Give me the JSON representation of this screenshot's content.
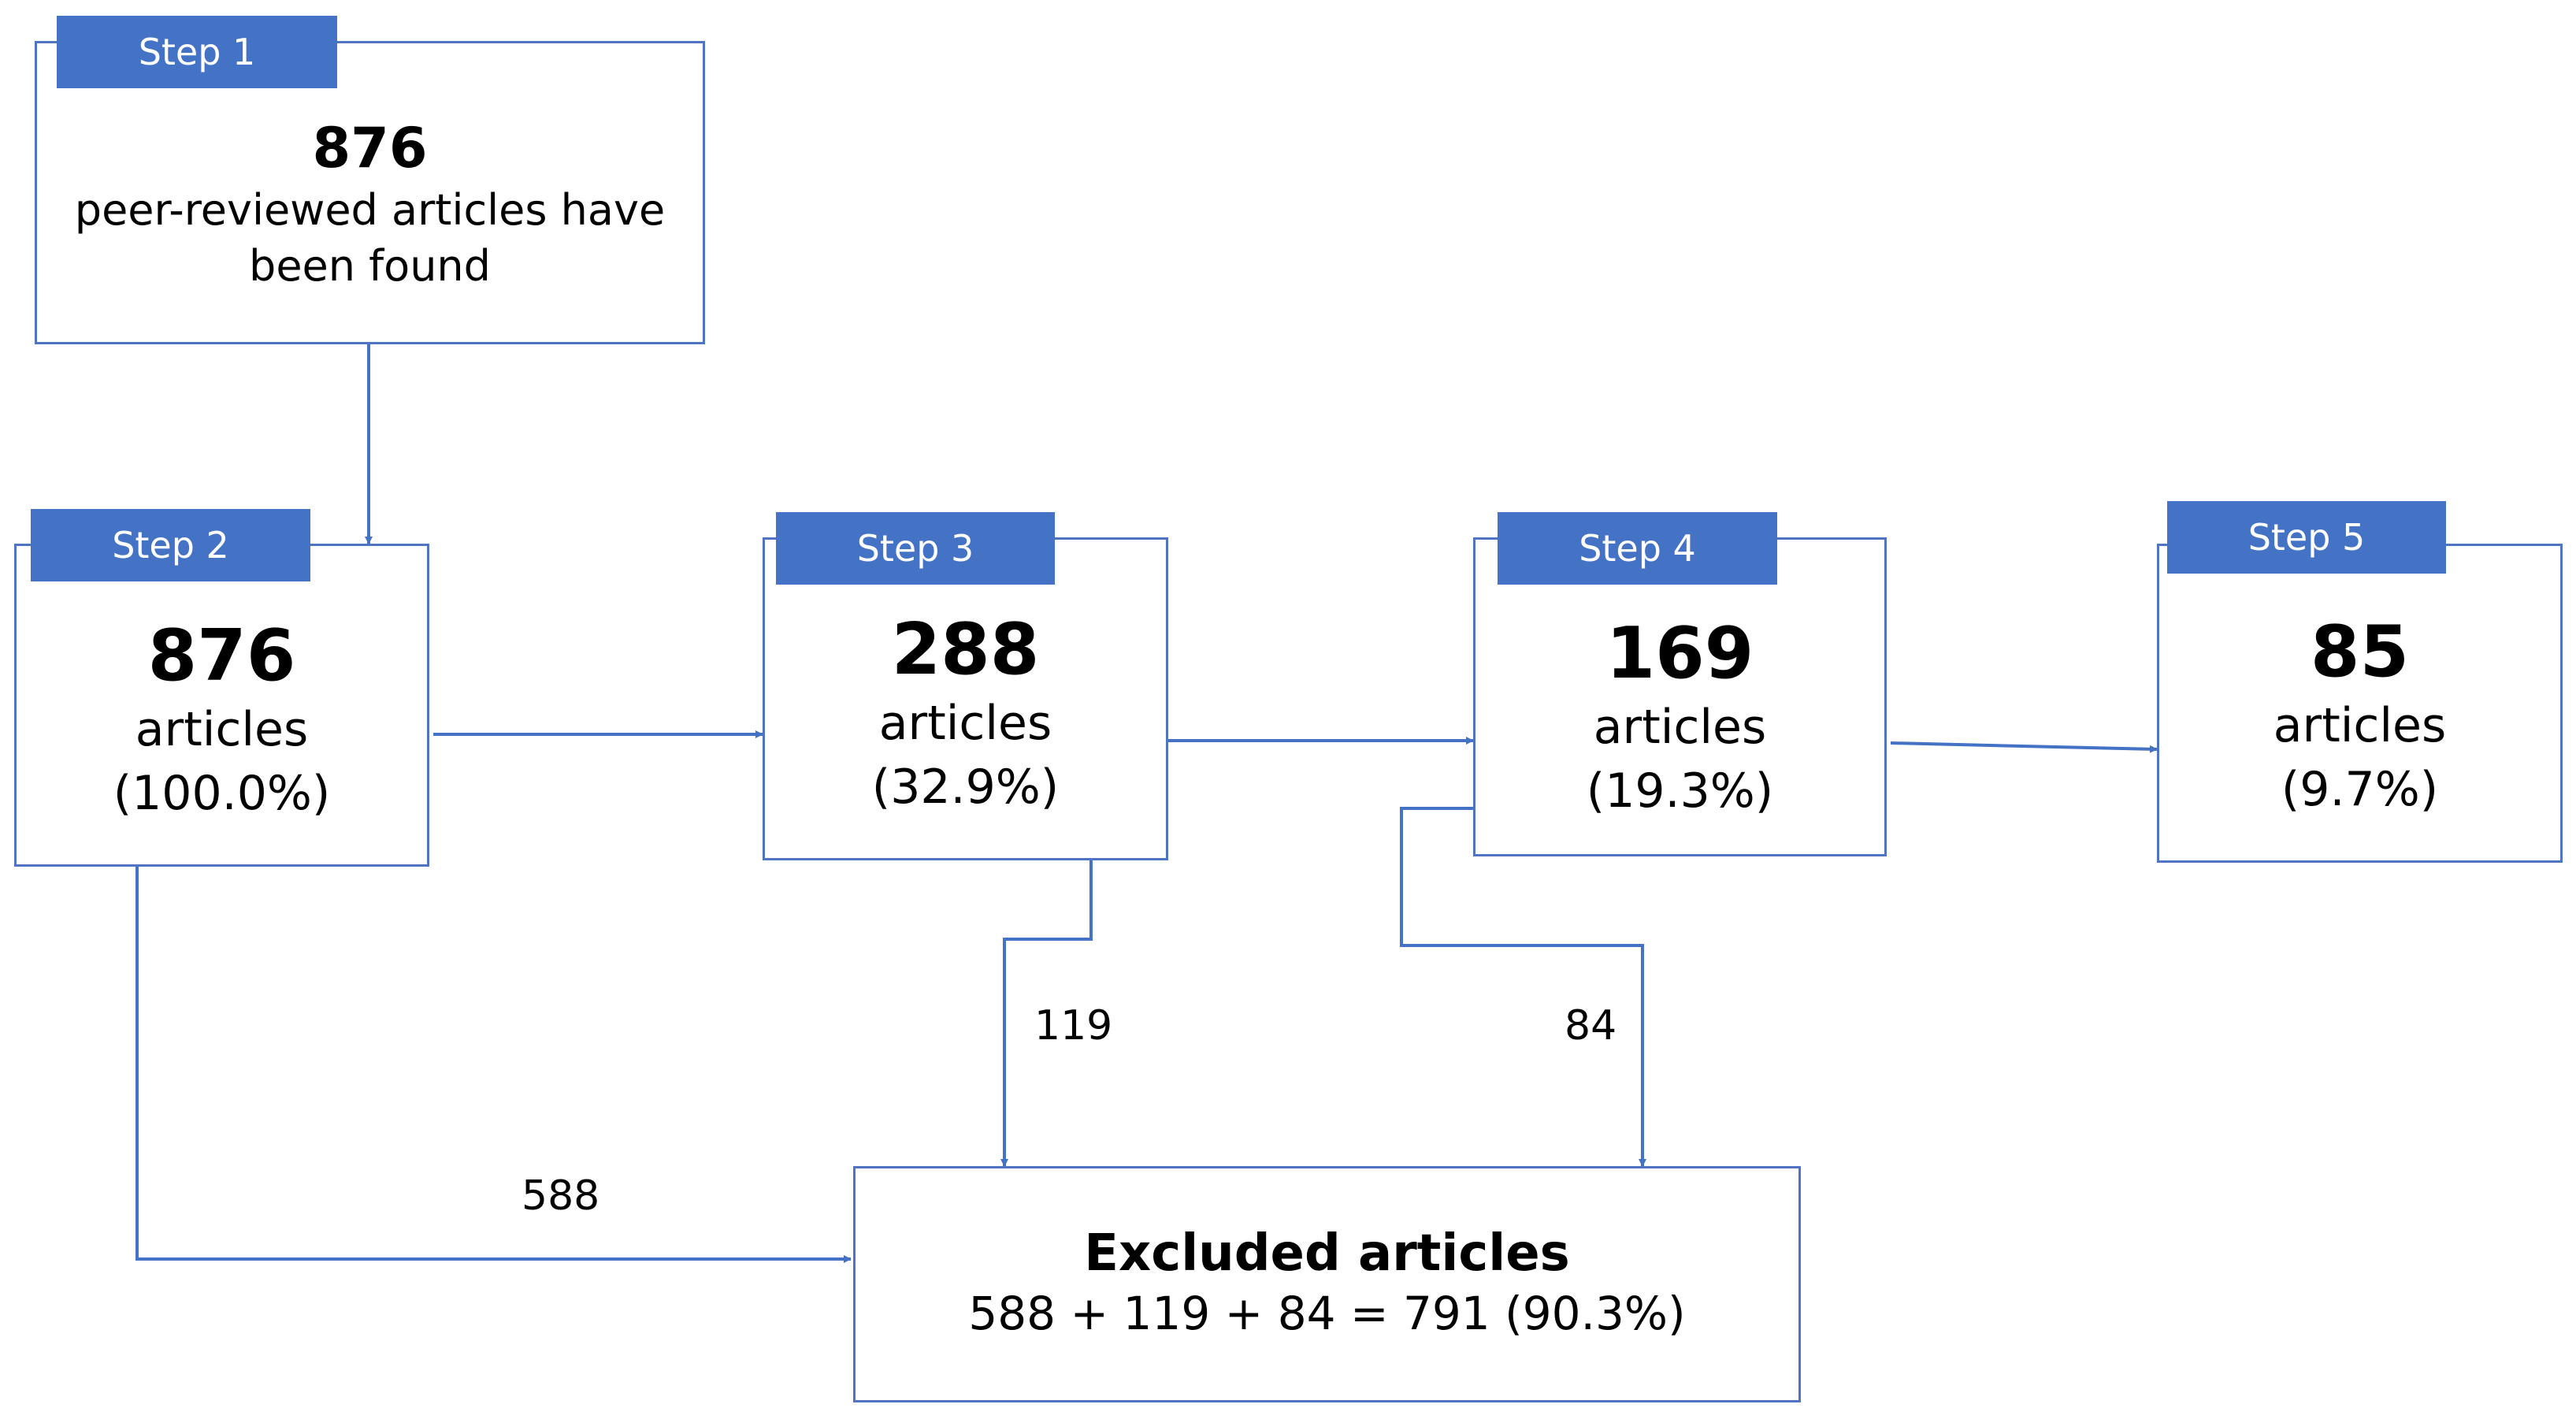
{
  "step1": {
    "tab_label": "Step 1",
    "count": "876",
    "line1": "peer-reviewed articles have",
    "line2": "been found"
  },
  "step2": {
    "tab_label": "Step 2",
    "count": "876",
    "unit": "articles",
    "percent": "(100.0%)"
  },
  "step3": {
    "tab_label": "Step 3",
    "count": "288",
    "unit": "articles",
    "percent": "(32.9%)"
  },
  "step4": {
    "tab_label": "Step 4",
    "count": "169",
    "unit": "articles",
    "percent": "(19.3%)"
  },
  "step5": {
    "tab_label": "Step 5",
    "count": "85",
    "unit": "articles",
    "percent": "(9.7%)"
  },
  "exclusions": {
    "from_step2": "588",
    "from_step3": "119",
    "from_step4": "84"
  },
  "excluded": {
    "title": "Excluded articles",
    "equation": "588 + 119 + 84 = 791 (90.3%)"
  },
  "colors": {
    "box_border": "#4f74c4",
    "tab_fill": "#4472c4",
    "arrow": "#4472c4"
  }
}
